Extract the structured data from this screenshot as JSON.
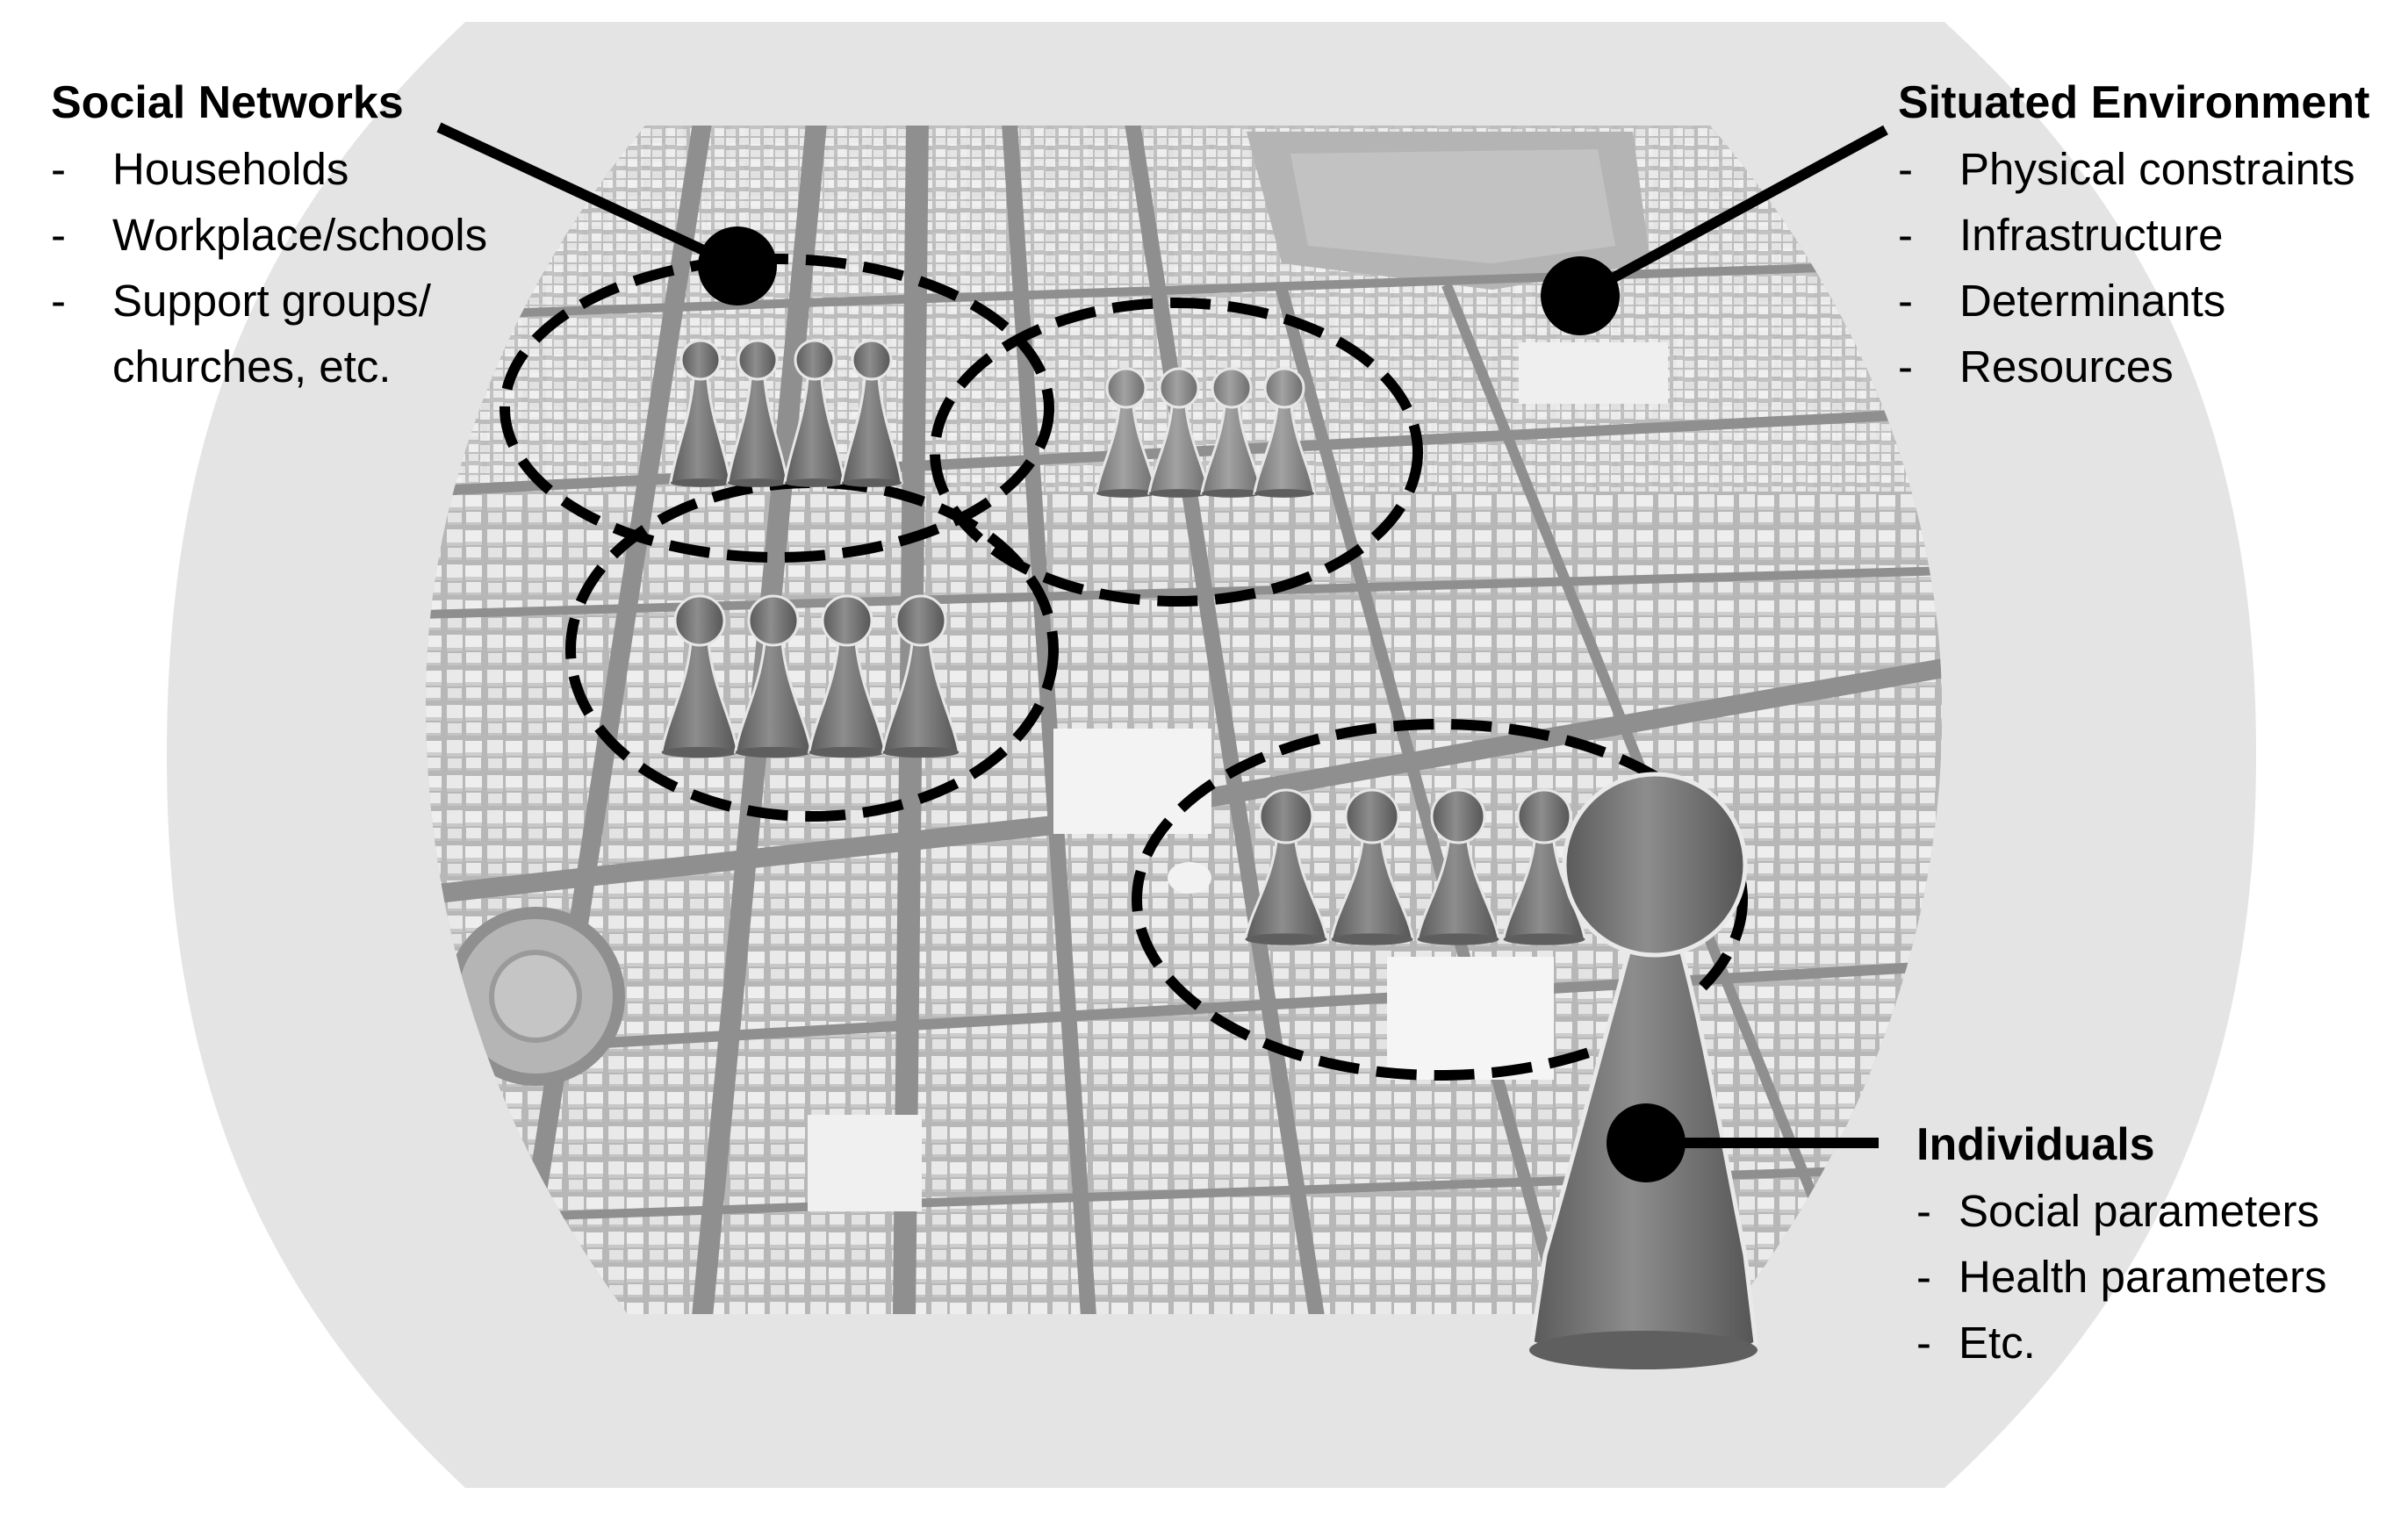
{
  "social_networks": {
    "title": "Social Networks",
    "items": [
      "Households",
      "Workplace/schools",
      "Support groups/",
      "churches, etc."
    ]
  },
  "situated_environment": {
    "title": "Situated Environment",
    "items": [
      "Physical constraints",
      "Infrastructure",
      "Determinants",
      "Resources"
    ]
  },
  "individuals": {
    "title": "Individuals",
    "items": [
      "Social parameters",
      "Health parameters",
      "Etc."
    ]
  },
  "colors": {
    "lens_background": "#e4e4e4",
    "city_ground": "#a9a9a9",
    "buildings": "#e9e9e9",
    "pawn_dark": "#6e6e6e",
    "pawn_light": "#8a8a8a",
    "marker": "#000000"
  }
}
